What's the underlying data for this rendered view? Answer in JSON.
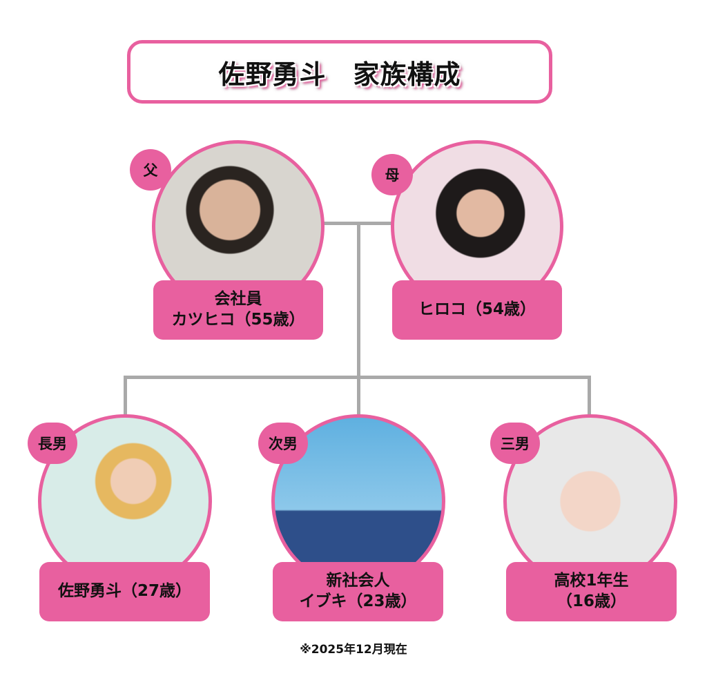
{
  "title": "佐野勇斗　家族構成",
  "colors": {
    "accent": "#e8609f",
    "connector": "#a9a9a9"
  },
  "members": {
    "father": {
      "badge": "父",
      "line1": "会社員",
      "line2": "カツヒコ（55歳）"
    },
    "mother": {
      "badge": "母",
      "line1": "ヒロコ（54歳）"
    },
    "eldest": {
      "badge": "長男",
      "line1": "佐野勇斗（27歳）"
    },
    "second": {
      "badge": "次男",
      "line1": "新社会人",
      "line2": "イブキ（23歳）"
    },
    "third": {
      "badge": "三男",
      "line1": "高校1年生",
      "line2": "（16歳）"
    }
  },
  "note": "※2025年12月現在"
}
